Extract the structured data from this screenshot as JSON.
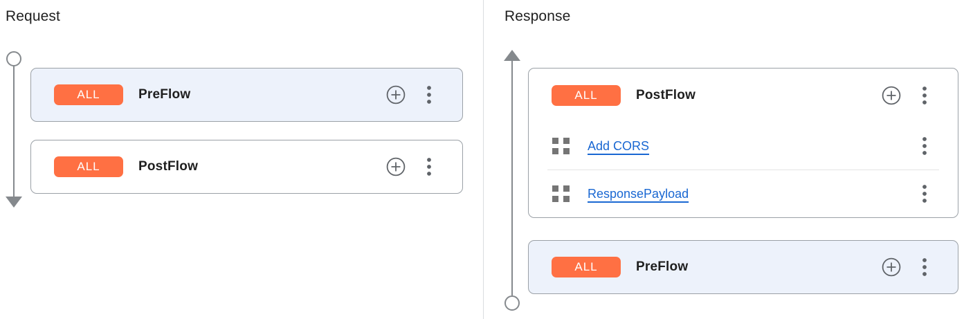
{
  "request_panel": {
    "title": "Request",
    "flow_direction": "down",
    "flows": [
      {
        "badge": "ALL",
        "name": "PreFlow",
        "highlighted": true,
        "policies": []
      },
      {
        "badge": "ALL",
        "name": "PostFlow",
        "highlighted": false,
        "policies": []
      }
    ]
  },
  "response_panel": {
    "title": "Response",
    "flow_direction": "up",
    "flows": [
      {
        "badge": "ALL",
        "name": "PostFlow",
        "highlighted": false,
        "policies": [
          {
            "label": "Add CORS"
          },
          {
            "label": "ResponsePayload"
          }
        ]
      },
      {
        "badge": "ALL",
        "name": "PreFlow",
        "highlighted": true,
        "policies": []
      }
    ]
  },
  "icons": {
    "add_policy": "plus-circle-icon",
    "flow_menu": "kebab-menu-icon",
    "policy": "policy-grid-icon",
    "request_timeline": "arrow-down-timeline",
    "response_timeline": "arrow-up-timeline"
  },
  "colors": {
    "badge_orange": "#ff7043",
    "link_blue": "#1967d2",
    "highlight_card_bg": "#edf2fb",
    "card_border": "#9aa0a6",
    "icon_gray": "#5f6368",
    "timeline_gray": "#85898d",
    "panel_divider": "#dadce0"
  }
}
